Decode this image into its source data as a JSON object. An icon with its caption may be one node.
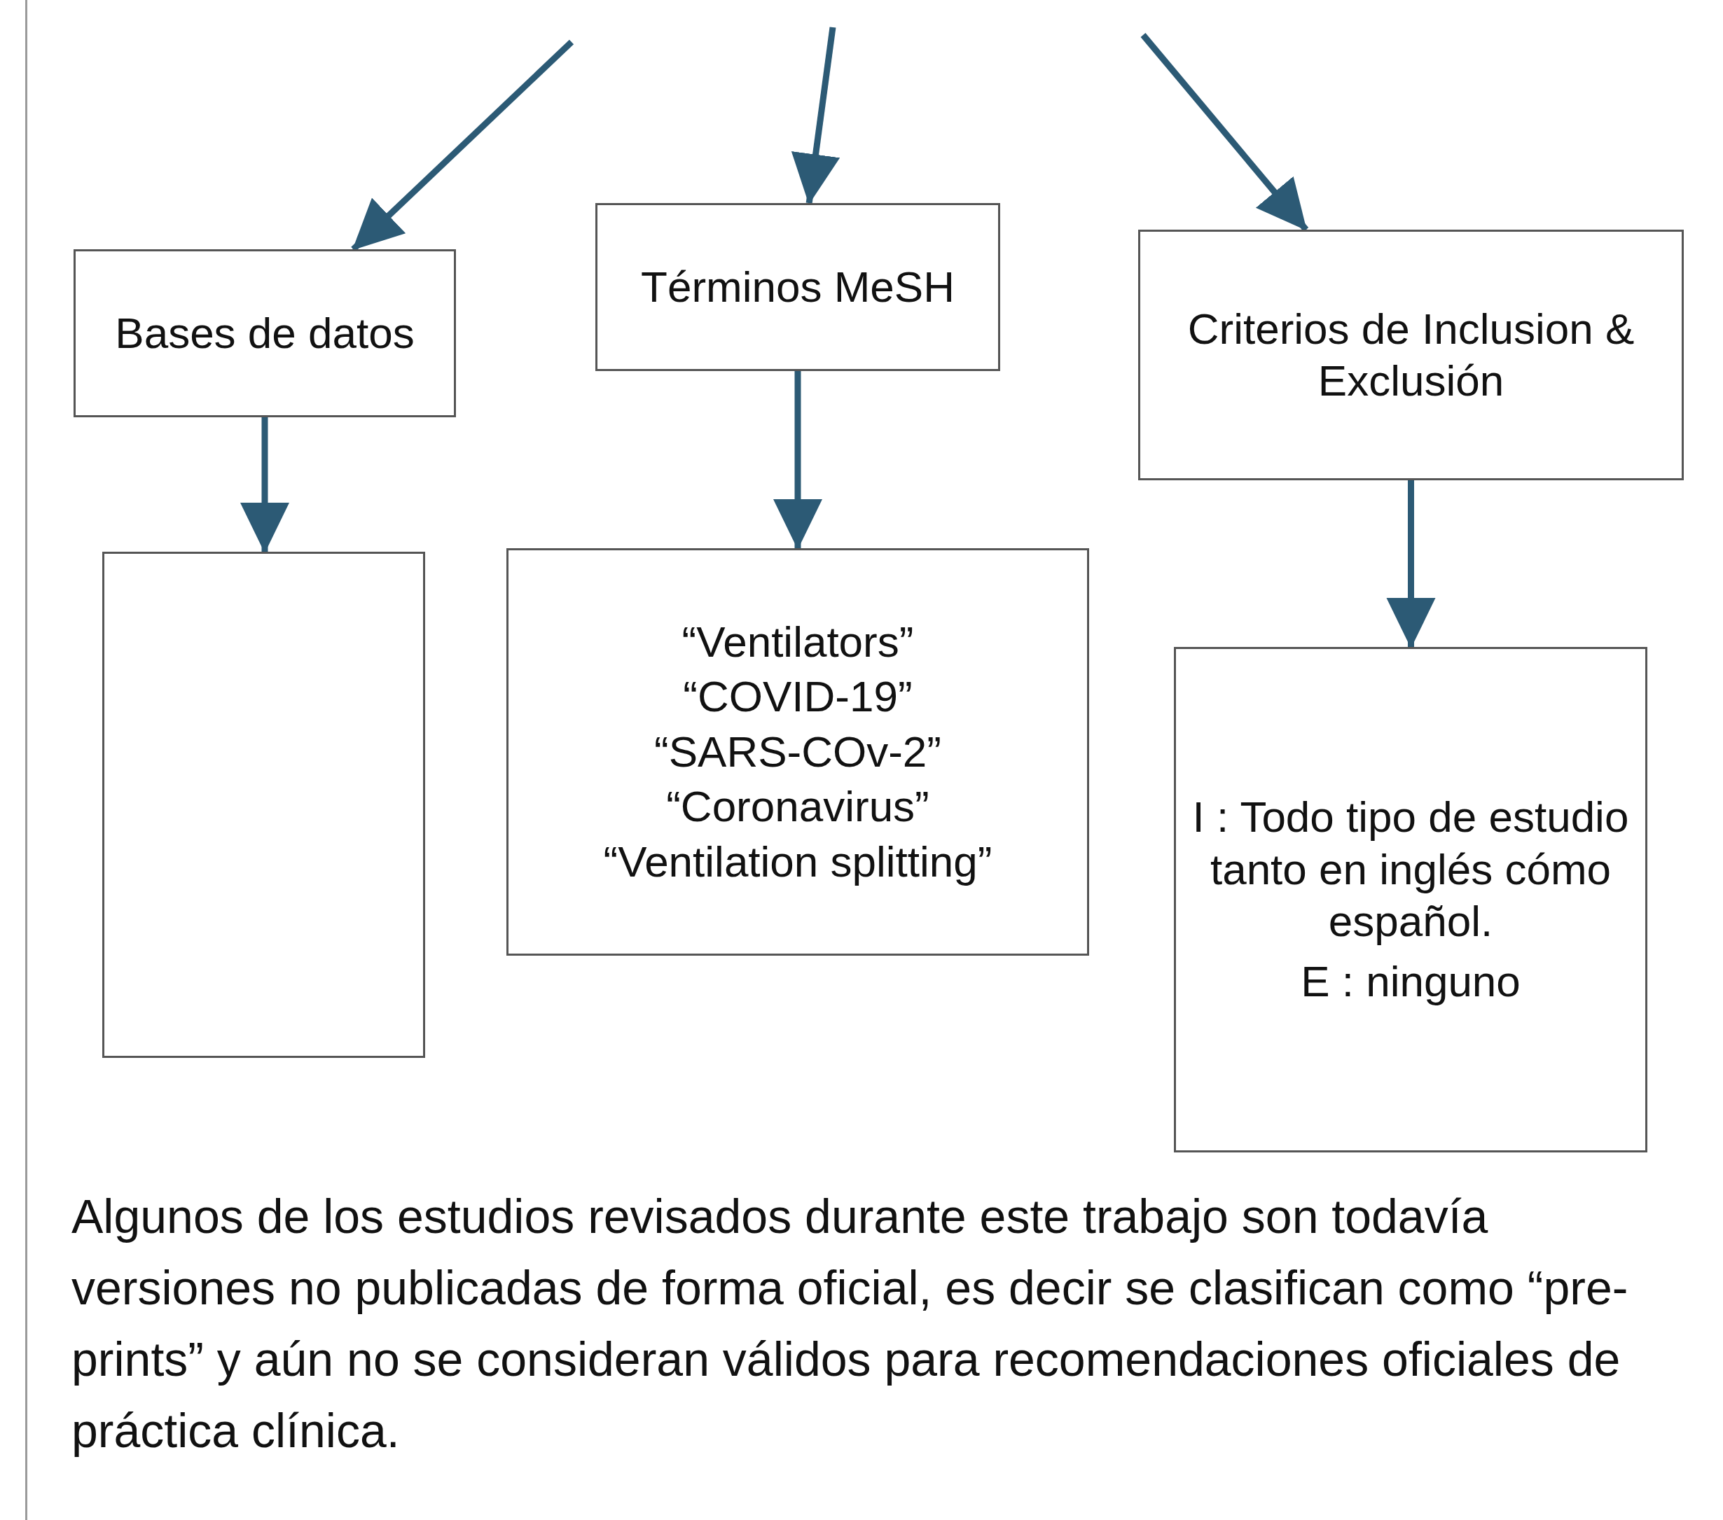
{
  "diagram": {
    "nodes": [
      {
        "text": [
          "Bases de datos"
        ]
      },
      {
        "text": [
          "Términos MeSH"
        ]
      },
      {
        "text": [
          "Criterios de Inclusion & Exclusión"
        ]
      },
      {
        "text": [],
        "shape": "box"
      },
      {
        "text": [
          "“Ventilators”",
          "“COVID-19”",
          "“SARS-COv-2”",
          "“Coronavirus”",
          "“Ventilation splitting”"
        ]
      },
      {
        "text": [
          "I : Todo tipo de estudio tanto en inglés cómo español.",
          "E : ninguno"
        ]
      }
    ],
    "edges": [
      {
        "from": null,
        "to": 0,
        "arrow": "to"
      },
      {
        "from": null,
        "to": 1,
        "arrow": "to"
      },
      {
        "from": null,
        "to": 2,
        "arrow": "to"
      },
      {
        "from": 0,
        "to": 3,
        "arrow": "to"
      },
      {
        "from": 1,
        "to": 4,
        "arrow": "to"
      },
      {
        "from": 2,
        "to": 5,
        "arrow": "to"
      }
    ],
    "caption": "Algunos de los estudios revisados durante este trabajo son todavía versiones no publicadas de forma oficial, es decir se clasifican como “pre-prints” y aún no se consideran válidos para recomendaciones oficiales de práctica clínica."
  }
}
